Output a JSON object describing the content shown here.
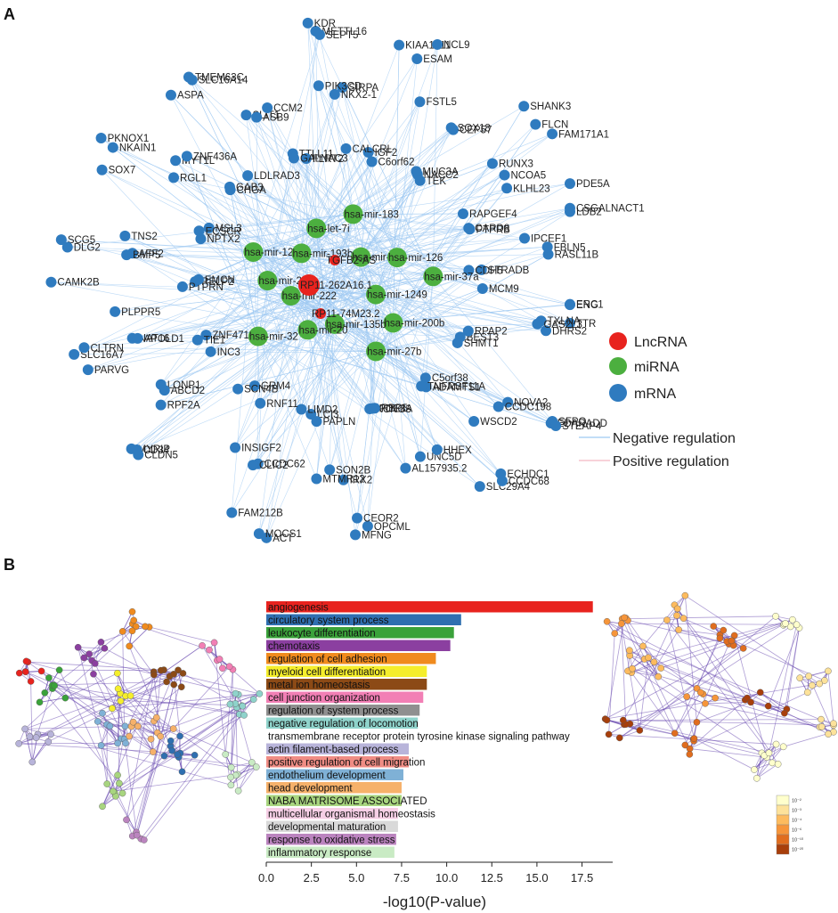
{
  "panels": {
    "a_label": "A",
    "b_label": "B"
  },
  "network_legend": {
    "items": [
      {
        "label": "LncRNA",
        "color": "#e8231e"
      },
      {
        "label": "miRNA",
        "color": "#4caf3f"
      },
      {
        "label": "mRNA",
        "color": "#2f7bbf"
      }
    ],
    "edges": [
      {
        "label": "Negative regulation",
        "color": "#9ec9f2"
      },
      {
        "label": "Positive regulation",
        "color": "#f4b6c2"
      }
    ]
  },
  "network_nodes": {
    "lncrna": [
      "TGFB2-AS",
      "RP11-262A16.1",
      "RP11-74M23.2"
    ],
    "mirna": [
      "hsa-mir-1249",
      "hsa-mir-200b",
      "hsa-mir-27b",
      "hsa-mir-135b",
      "hsa-mir-20",
      "hsa-mir-32",
      "hsa-mir-222",
      "hsa-mir-221",
      "hsa-mir-127",
      "hsa-mir-193b",
      "hsa-let-7i",
      "hsa-mir-183",
      "hsa-mir-331",
      "hsa-mir-126",
      "hsa-mir-37a"
    ],
    "mrna": [
      "TTR",
      "DHRS2",
      "BEST3",
      "EDARADD",
      "WSCD2",
      "C5orf38",
      "SLC29A4",
      "UNC5D",
      "KCNG3",
      "OPCML",
      "IRX2",
      "LCI3",
      "ACT",
      "INSIGF2",
      "GRM4",
      "MYRIP",
      "RPF2A",
      "INC3",
      "SLC16A7",
      "PLPPR5",
      "RELP2",
      "SCG5",
      "AFF2",
      "MSL3",
      "NKAIN1",
      "MYT1L",
      "CHGA",
      "TMEM63C",
      "SLIT1",
      "TTLL11",
      "METTL16",
      "SIRPA",
      "IGF2",
      "KIAA1211",
      "CEP57",
      "MUC3A",
      "FAM171A1",
      "NCOA5",
      "RAPGEF4",
      "CSGALNACT1",
      "IPCEF1",
      "STRADB",
      "ERC1",
      "TXLNA",
      "RPAP2",
      "SFPQ",
      "NOVA2",
      "ADAMTS1",
      "ECHDC1",
      "AL157935.2",
      "PDE8A",
      "CEOR2",
      "MTMR12",
      "LIMD2",
      "MOCS1",
      "CCDC62",
      "RNF11",
      "CLDN5",
      "LONP1",
      "ZNF471",
      "CLTRN",
      "NAT16",
      "PTPRN",
      "CAMK2B",
      "BMP5",
      "NPTX2",
      "PKNOX1",
      "RGL1",
      "LDLRAD3",
      "SLC16A14",
      "ASB9",
      "FLRT2",
      "SEPT5",
      "PIK3CD",
      "C6orf62",
      "NCL9",
      "FSTL5",
      "NACC2",
      "FLCN",
      "RUNX3",
      "CARD8",
      "PDE5A",
      "RASL11B",
      "MCM9",
      "ENG",
      "GAS2L3",
      "SHMT1",
      "STEAP4",
      "CCDC198",
      "TNFRSF11A",
      "CCDC68",
      "HHEX",
      "RBP5",
      "MFNG",
      "SON2B",
      "PAPLN",
      "FAM212B",
      "CLIC2",
      "SCN4B",
      "CD34",
      "ABCD2",
      "TIE1",
      "PARVG",
      "APOLD1",
      "EMCN",
      "DLG2",
      "TNS2",
      "ECSCR",
      "SOX7",
      "ZNF436A",
      "GAB3",
      "ASPA",
      "CCM2",
      "GALNAC3",
      "KDR",
      "NKX2-1",
      "CALCRL",
      "ESAM",
      "SOX18",
      "TEK",
      "SHANK3",
      "KLHL23",
      "PTPRB",
      "LDB2",
      "FBLN5",
      "CDH5"
    ]
  },
  "chart_data": {
    "type": "bar",
    "orientation": "horizontal",
    "categories": [
      "angiogenesis",
      "circulatory system process",
      "leukocyte differentiation",
      "chemotaxis",
      "regulation of cell adhesion",
      "myeloid cell differentiation",
      "metal ion homeostasis",
      "cell junction organization",
      "regulation of system process",
      "negative regulation of locomotion",
      "transmembrane receptor protein tyrosine kinase signaling pathway",
      "actin filament-based process",
      "positive regulation of cell migration",
      "endothelium development",
      "head development",
      "NABA MATRISOME ASSOCIATED",
      "multicellular organismal homeostasis",
      "developmental maturation",
      "response to oxidative stress",
      "inflammatory response"
    ],
    "values": [
      18.1,
      10.8,
      10.4,
      10.2,
      9.4,
      8.9,
      8.9,
      8.7,
      8.5,
      8.4,
      8.3,
      7.9,
      7.9,
      7.6,
      7.5,
      7.5,
      7.3,
      7.3,
      7.2,
      7.1
    ],
    "colors": [
      "#e8231e",
      "#2f6fb0",
      "#3aa23a",
      "#8b3fa0",
      "#f08b1e",
      "#f5ee2c",
      "#8c4a16",
      "#f27fb5",
      "#8f8f8f",
      "#8fd3cb",
      "#ffffff",
      "#b8b4da",
      "#f08c84",
      "#7fb1d6",
      "#f6b16a",
      "#a8d57f",
      "#f7cfe6",
      "#d9d9d9",
      "#bb84bf",
      "#c9ebc4"
    ],
    "xlabel": "-log10(P-value)",
    "ylabel": "",
    "xlim": [
      0,
      19.2
    ],
    "xticks": [
      "0.0",
      "2.5",
      "5.0",
      "7.5",
      "10.0",
      "12.5",
      "15.0",
      "17.5"
    ],
    "grid": false
  },
  "pvalue_scale": {
    "labels": [
      "10⁻²",
      "10⁻³",
      "10⁻⁴",
      "10⁻⁶",
      "10⁻¹⁰",
      "10⁻²⁰"
    ],
    "colors": [
      "#ffffcc",
      "#fde29a",
      "#fdbb5e",
      "#f6953a",
      "#e06d1e",
      "#a83f0b"
    ]
  }
}
